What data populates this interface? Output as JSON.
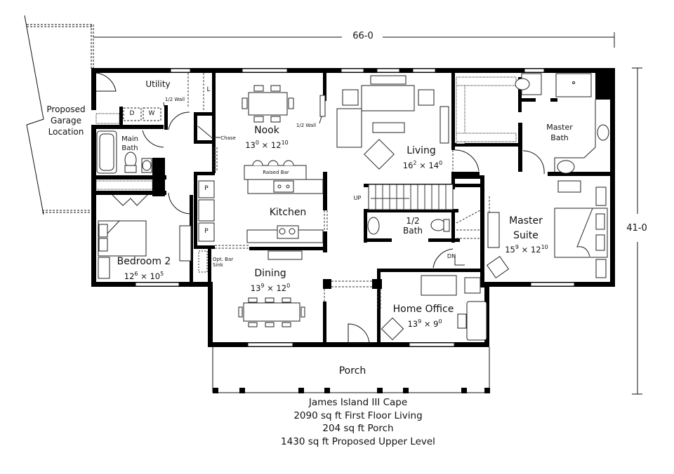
{
  "plan": {
    "title": "James Island III Cape",
    "dimensions": {
      "width": "66-0",
      "depth": "41-0"
    },
    "garage_note": "Proposed Garage Location",
    "rooms": {
      "utility": {
        "name": "Utility"
      },
      "main_bath": {
        "name": "Main Bath"
      },
      "bedroom2": {
        "name": "Bedroom 2",
        "w": "12",
        "w_in": "6",
        "h": "10",
        "h_in": "5"
      },
      "nook": {
        "name": "Nook",
        "w": "13",
        "w_in": "0",
        "h": "12",
        "h_in": "10"
      },
      "living": {
        "name": "Living",
        "w": "16",
        "w_in": "2",
        "h": "14",
        "h_in": "0"
      },
      "kitchen": {
        "name": "Kitchen"
      },
      "dining": {
        "name": "Dining",
        "w": "13",
        "w_in": "9",
        "h": "12",
        "h_in": "0"
      },
      "half_bath": {
        "name": "1/2 Bath"
      },
      "home_office": {
        "name": "Home Office",
        "w": "13",
        "w_in": "9",
        "h": "9",
        "h_in": "0"
      },
      "master_bath": {
        "name": "Master Bath"
      },
      "master_suite": {
        "name": "Master Suite",
        "w": "15",
        "w_in": "9",
        "h": "12",
        "h_in": "10"
      },
      "porch": {
        "name": "Porch"
      }
    },
    "annotations": {
      "half_wall_utility": "1/2 Wall",
      "half_wall_nook": "1/2 Wall",
      "chase": "Chase",
      "linen": "L",
      "dryer": "D",
      "washer": "W",
      "raised_bar": "Raised Bar",
      "pantry1": "P",
      "pantry2": "P",
      "opt_bar_sink": "Opt. Bar Sink",
      "stairs_up": "UP",
      "stairs_down": "DN"
    },
    "summary": [
      "James Island III Cape",
      "2090 sq ft First Floor Living",
      "204 sq ft Porch",
      "1430 sq ft Proposed Upper Level"
    ]
  },
  "colors": {
    "wall": "#000000",
    "line": "#222222",
    "background": "#ffffff"
  }
}
